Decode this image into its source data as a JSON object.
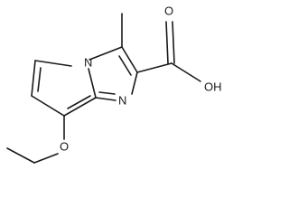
{
  "diagram": {
    "type": "structural-formula",
    "atoms": {
      "n_ring": "N",
      "n_bridge": "N",
      "o_ether": "O",
      "oh_acid": "OH",
      "o_carbonyl": "O"
    }
  }
}
